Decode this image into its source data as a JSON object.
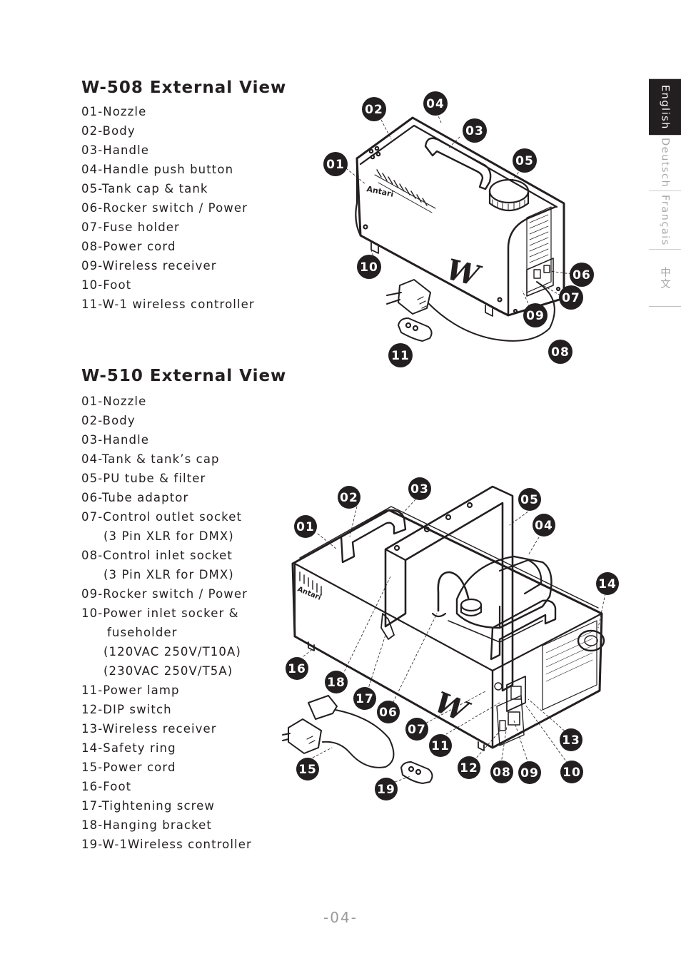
{
  "w508": {
    "title": "W-508 External View",
    "parts": [
      "01-Nozzle",
      "02-Body",
      "03-Handle",
      "04-Handle push button",
      "05-Tank cap & tank",
      "06-Rocker switch / Power",
      "07-Fuse holder",
      "08-Power cord",
      "09-Wireless receiver",
      "10-Foot",
      "11-W-1 wireless controller"
    ],
    "callouts": [
      "01",
      "02",
      "03",
      "04",
      "05",
      "06",
      "07",
      "08",
      "09",
      "10",
      "11"
    ],
    "brand_label": "Antari",
    "model_logo": "W"
  },
  "w510": {
    "title": "W-510 External View",
    "parts": [
      "01-Nozzle",
      "02-Body",
      "03-Handle",
      "04-Tank & tank’s cap",
      "05-PU tube & filter",
      "06-Tube adaptor",
      "07-Control outlet socket",
      "(3 Pin XLR for DMX)",
      "08-Control inlet socket",
      "(3 Pin XLR for DMX)",
      "09-Rocker switch / Power",
      "10-Power inlet socker &",
      "fuseholder",
      "(120VAC 250V/T10A)",
      "(230VAC 250V/T5A)",
      "11-Power lamp",
      "12-DIP switch",
      "13-Wireless receiver",
      "14-Safety ring",
      "15-Power cord",
      "16-Foot",
      "17-Tightening screw",
      "18-Hanging bracket",
      "19-W-1Wireless controller"
    ],
    "callouts": [
      "01",
      "02",
      "03",
      "04",
      "05",
      "06",
      "07",
      "08",
      "09",
      "10",
      "11",
      "12",
      "13",
      "14",
      "15",
      "16",
      "17",
      "18",
      "19"
    ],
    "brand_label": "Antari",
    "model_logo": "W"
  },
  "languages": [
    {
      "label": "English",
      "active": true
    },
    {
      "label": "Deutsch",
      "active": false
    },
    {
      "label": "Français",
      "active": false
    },
    {
      "label": "中文",
      "active": false
    }
  ],
  "page_number": "-04-",
  "colors": {
    "text": "#231f20",
    "callout_bg": "#231f20",
    "tab_active": "#231f20",
    "tab_inactive_text": "#a8a8a8",
    "page_number": "#9a9a9a"
  }
}
